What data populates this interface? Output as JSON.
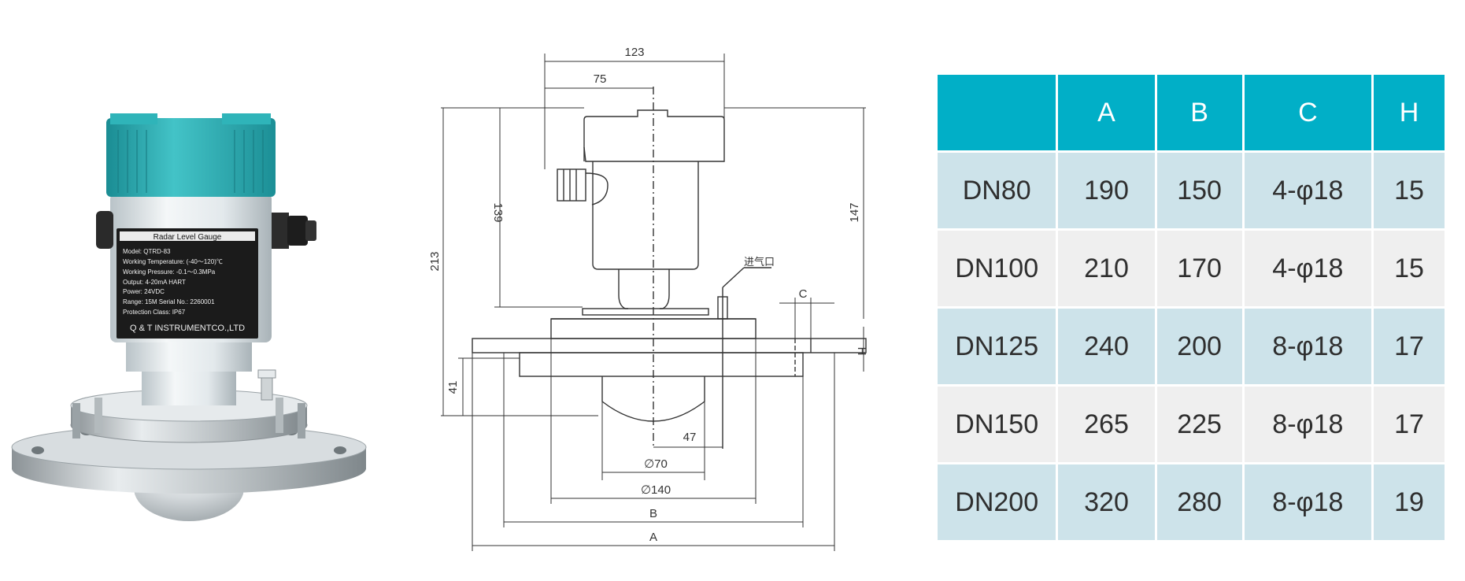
{
  "nameplate": {
    "title": "Radar Level Gauge",
    "lines": [
      "Model:  QTRD-83",
      "Working Temperature:  (-40～120)℃",
      "Working Pressure:  -0.1～0.3MPa",
      "Output:  4-20mA  HART",
      "Power:  24VDC",
      "Range:  15M          Serial No.:  2260001",
      "Protection Class:  IP67"
    ],
    "maker": "Q & T INSTRUMENTCO.,LTD"
  },
  "drawing": {
    "dim_123": "123",
    "dim_75": "75",
    "dim_213": "213",
    "dim_139": "139",
    "dim_147": "147",
    "dim_41": "41",
    "dim_47": "47",
    "dim_phi70": "∅70",
    "dim_phi140": "∅140",
    "dim_B": "B",
    "dim_A": "A",
    "dim_C": "C",
    "dim_H": "H",
    "air_inlet": "进气口"
  },
  "table": {
    "headers": [
      "",
      "A",
      "B",
      "C",
      "H"
    ],
    "rows": [
      [
        "DN80",
        "190",
        "150",
        "4-φ18",
        "15"
      ],
      [
        "DN100",
        "210",
        "170",
        "4-φ18",
        "15"
      ],
      [
        "DN125",
        "240",
        "200",
        "8-φ18",
        "17"
      ],
      [
        "DN150",
        "265",
        "225",
        "8-φ18",
        "17"
      ],
      [
        "DN200",
        "320",
        "280",
        "8-φ18",
        "19"
      ]
    ]
  },
  "colors": {
    "header_bg": "#01afc7",
    "row_blue": "#cde3ea",
    "row_grey": "#efefef",
    "cap_teal": "#2bb3b8"
  }
}
